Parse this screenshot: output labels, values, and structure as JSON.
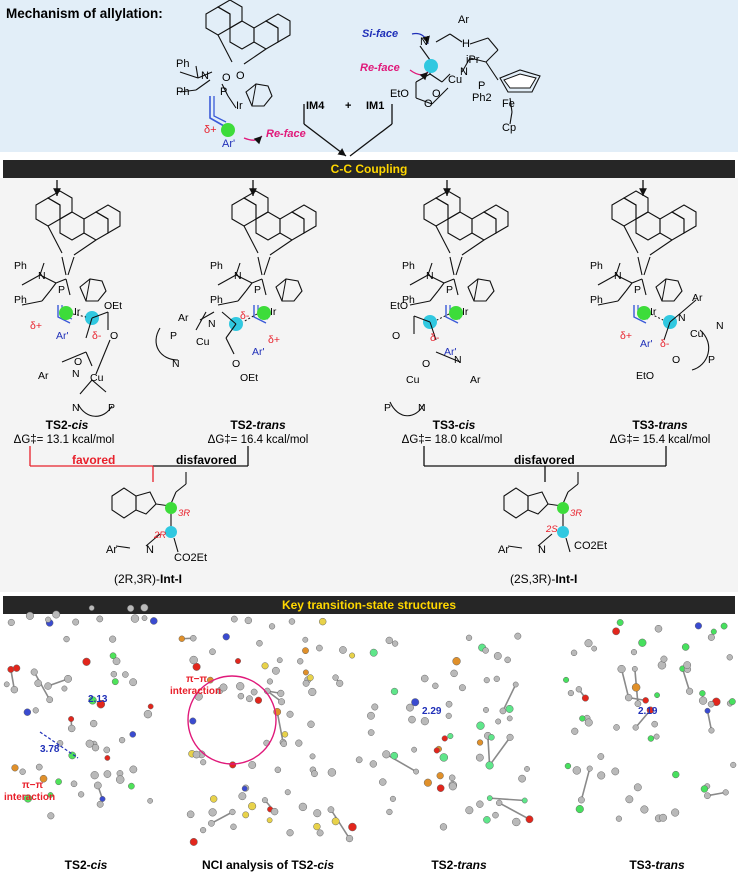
{
  "header": {
    "title": "Mechanism of allylation:"
  },
  "top_scheme": {
    "si_face": "Si-face",
    "re_face_cu": "Re-face",
    "re_face_ir": "Re-face",
    "im4": "IM4",
    "plus": "+",
    "im1": "IM1",
    "labels": {
      "ph1": "Ph",
      "ph2": "Ph",
      "n": "N",
      "p": "P",
      "ir": "Ir",
      "o1": "O",
      "o2": "O",
      "delta_plus": "δ+",
      "ar_prime": "Ar'",
      "ar": "Ar",
      "n_plus": "N",
      "h": "H",
      "ipr": "iPr",
      "n2": "N",
      "cu": "Cu",
      "eto": "EtO",
      "o3": "O",
      "o4": "O",
      "p2": "P",
      "ph2_cu": "Ph2",
      "fe": "Fe",
      "cp": "Cp"
    }
  },
  "banners": {
    "coupling": "C-C Coupling",
    "key_ts": "Key transition-state structures"
  },
  "transition_states": [
    {
      "prefix": "TS2-",
      "suffix": "cis",
      "dg": "ΔG‡= 13.1 kcal/mol"
    },
    {
      "prefix": "TS2-",
      "suffix": "trans",
      "dg": "ΔG‡= 16.4 kcal/mol"
    },
    {
      "prefix": "TS3-",
      "suffix": "cis",
      "dg": "ΔG‡= 18.0 kcal/mol"
    },
    {
      "prefix": "TS3-",
      "suffix": "trans",
      "dg": "ΔG‡= 15.4 kcal/mol"
    }
  ],
  "ts_labels": {
    "ph": "Ph",
    "n": "N",
    "p": "P",
    "ir": "Ir",
    "cu": "Cu",
    "oet": "OEt",
    "eto": "EtO",
    "ar": "Ar",
    "ar_prime": "Ar'",
    "delta_plus": "δ+",
    "delta_minus": "δ-",
    "o": "O"
  },
  "comparison": {
    "favored": "favored",
    "disfavored_left": "disfavored",
    "disfavored_right": "disfavored"
  },
  "products": [
    {
      "stereo_a": "3R",
      "stereo_b": "2R",
      "ar": "Ar",
      "n": "N",
      "co2et": "CO2Et",
      "name_prefix": "(2R,3R)-",
      "name_suffix": "Int-I"
    },
    {
      "stereo_a": "3R",
      "stereo_b": "2S",
      "ar": "Ar",
      "n": "N",
      "co2et": "CO2Et",
      "name_prefix": "(2S,3R)-",
      "name_suffix": "Int-I"
    }
  ],
  "structures": {
    "d1": "2.13",
    "d2": "3.78",
    "pipi_left": "π−π",
    "interaction_left": "interaction",
    "pipi_nci": "π−π",
    "interaction_nci": "interaction",
    "d3": "2.29",
    "d4": "2.19"
  },
  "captions": [
    {
      "prefix": "TS2-",
      "suffix": "cis"
    },
    {
      "prefix": "NCI analysis of TS2-",
      "suffix": "cis"
    },
    {
      "prefix": "TS2-",
      "suffix": "trans"
    },
    {
      "prefix": "TS3-",
      "suffix": "trans"
    }
  ],
  "colors": {
    "banner_bg": "#262626",
    "banner_text": "#ffd700",
    "favored": "#e8202b",
    "si_face": "#1f2fb8",
    "re_face": "#e0197a",
    "green_atom": "#3ddc3a",
    "cyan_atom": "#30c8e0"
  }
}
